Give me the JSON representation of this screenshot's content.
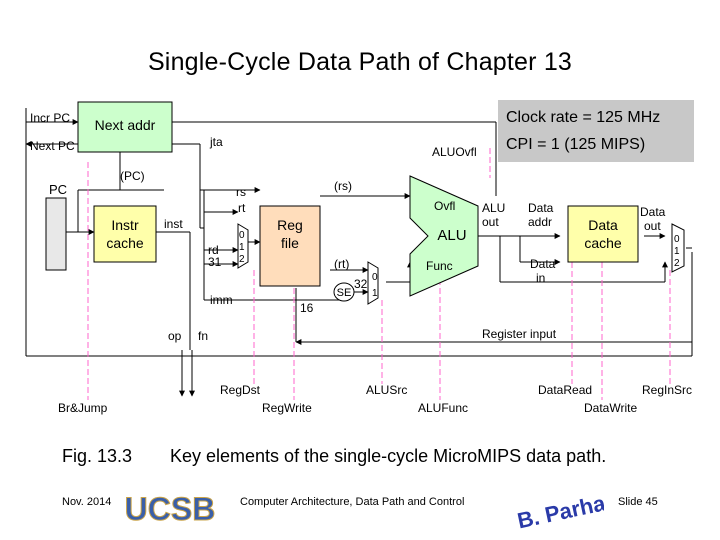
{
  "slide": {
    "title": "Single-Cycle Data Path of Chapter 13",
    "clock_note_line1": "Clock rate = 125 MHz",
    "clock_note_line2": "CPI = 1  (125 MIPS)"
  },
  "blocks": {
    "next_addr": "Next addr",
    "instr_cache_1": "Instr",
    "instr_cache_2": "cache",
    "reg_file_1": "Reg",
    "reg_file_2": "file",
    "alu": "ALU",
    "data_cache_1": "Data",
    "data_cache_2": "cache",
    "pc": "PC",
    "se": "SE"
  },
  "labels": {
    "incr_pc": "Incr PC",
    "next_pc": "Next PC",
    "jta": "jta",
    "alu_ovfl": "ALUOvfl",
    "pc_paren": "(PC)",
    "rs": "rs",
    "rs_paren": "(rs)",
    "rt": "rt",
    "rt_paren": "(rt)",
    "inst": "inst",
    "rd": "rd",
    "n31": "31",
    "imm": "imm",
    "n16": "16",
    "n32": "32",
    "ovfl": "Ovfl",
    "func": "Func",
    "alu_out_1": "ALU",
    "alu_out_2": "out",
    "data_addr_1": "Data",
    "data_addr_2": "addr",
    "data_in_1": "Data",
    "data_in_2": "in",
    "data_out_1": "Data",
    "data_out_2": "out",
    "op": "op",
    "fn": "fn",
    "register_input": "Register input",
    "mux_0": "0",
    "mux_1": "1",
    "mux_2": "2"
  },
  "controls": {
    "br_jump": "Br&Jump",
    "reg_dst": "RegDst",
    "reg_write": "RegWrite",
    "alu_src": "ALUSrc",
    "alu_func": "ALUFunc",
    "data_read": "DataRead",
    "data_write": "DataWrite",
    "reg_in_src": "RegInSrc"
  },
  "caption": {
    "fig": "Fig. 13.3",
    "text": "Key elements of the single-cycle MicroMIPS data path."
  },
  "footer": {
    "date": "Nov. 2014",
    "course": "Computer Architecture, Data Path and Control",
    "slide": "Slide 45",
    "ucsb": "UCSB",
    "parhami": "B. Parhami"
  },
  "colors": {
    "block_fill": "#ffffaa",
    "block_green": "#ccffcc",
    "reg_fill": "#ffddbb",
    "pc_fill": "#e8e8e8",
    "note_fill": "#c8c8c8",
    "control_line": "#ff66cc",
    "ucsb_blue": "#3a5fa8",
    "parhami_blue": "#2a3aa8"
  }
}
